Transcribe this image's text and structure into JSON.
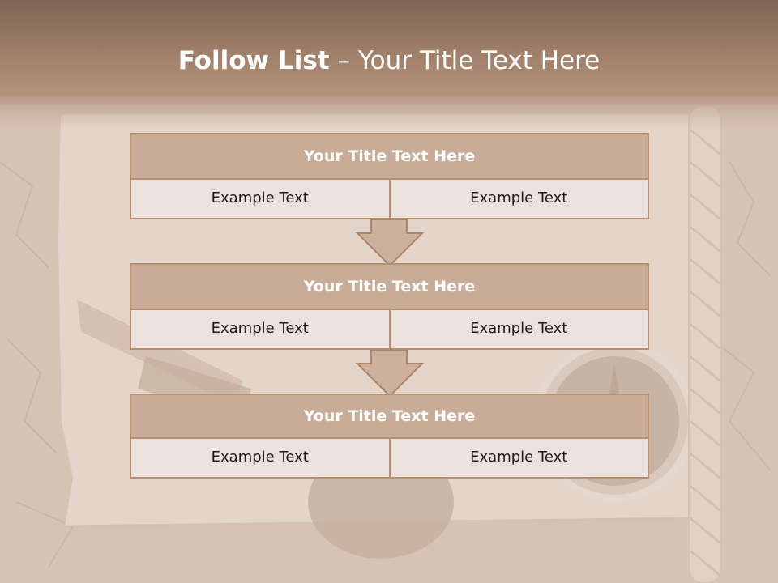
{
  "title": {
    "bold": "Follow List",
    "rest": " – Your Title Text Here"
  },
  "blocks": [
    {
      "title": "Your Title Text Here",
      "cells": [
        "Example Text",
        "Example Text"
      ]
    },
    {
      "title": "Your Title Text Here",
      "cells": [
        "Example Text",
        "Example Text"
      ]
    },
    {
      "title": "Your Title Text Here",
      "cells": [
        "Example Text",
        "Example Text"
      ]
    }
  ],
  "colors": {
    "title_band": "#a2826b",
    "header_fill": "#c8ac97",
    "border": "#b4906f",
    "cell_fill": "#ebe2dd",
    "arrow_fill": "#cdb09b"
  }
}
